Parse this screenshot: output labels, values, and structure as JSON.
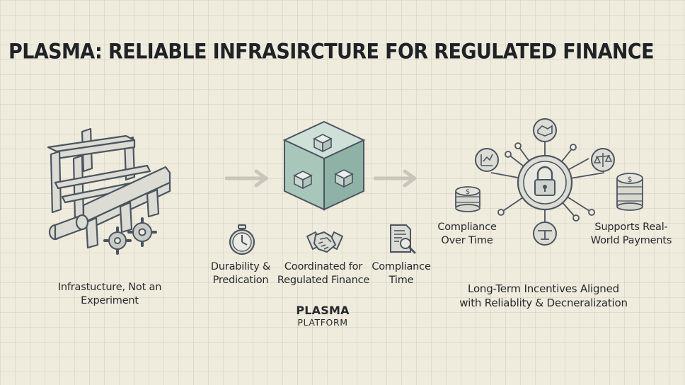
{
  "title": "PLASMA: RELIABLE INFRASIRCTURE FOR REGULATED FINANCE",
  "left_section": {
    "label_line1": "Infrastucture, Not an",
    "label_line2": "Experiment"
  },
  "center_section": {
    "features": [
      {
        "icon": "stopwatch-icon",
        "line1": "Durability &",
        "line2": "Predication"
      },
      {
        "icon": "handshake-icon",
        "line1": "Coordinated for",
        "line2": "Regulated Finance"
      },
      {
        "icon": "document-magnifier-icon",
        "line1": "Compliance",
        "line2": "Time"
      }
    ],
    "platform_name": "PLASMA",
    "platform_sub": "PLATFORM"
  },
  "right_section": {
    "left_label_line1": "Compliance",
    "left_label_line2": "Over Time",
    "right_label_line1": "Supports Real-",
    "right_label_line2": "World Payments",
    "caption_line1": "Long-Term Incentives Aligned",
    "caption_line2": "with Reliablity & Decneralization"
  },
  "colors": {
    "background": "#efebdd",
    "cube_face": "#b9d0c6",
    "stroke": "#4b5560",
    "arrow": "#c9c5b8"
  }
}
